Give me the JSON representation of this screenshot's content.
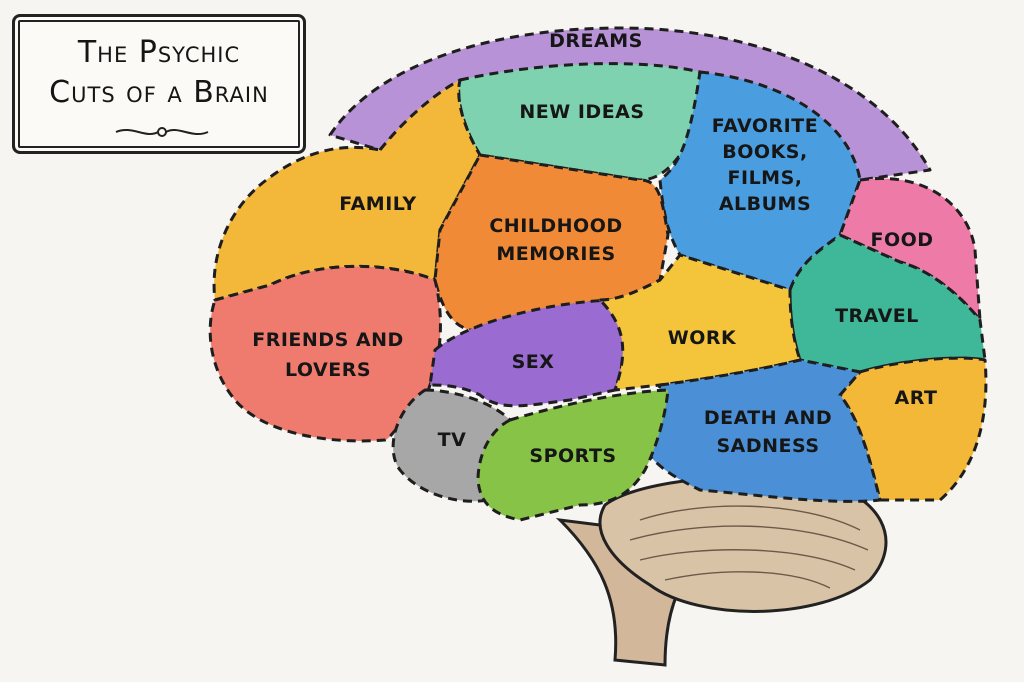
{
  "title": {
    "line1": "The Psychic",
    "line2": "Cuts of a Brain"
  },
  "regions": {
    "dreams": "DREAMS",
    "new_ideas": "NEW IDEAS",
    "favorite_line1": "FAVORITE",
    "favorite_line2": "BOOKS,",
    "favorite_line3": "FILMS,",
    "favorite_line4": "ALBUMS",
    "family": "FAMILY",
    "childhood_line1": "CHILDHOOD",
    "childhood_line2": "MEMORIES",
    "food": "FOOD",
    "travel": "TRAVEL",
    "friends_line1": "FRIENDS AND",
    "friends_line2": "LOVERS",
    "sex": "SEX",
    "work": "WORK",
    "art": "ART",
    "tv": "TV",
    "sports": "SPORTS",
    "death_line1": "DEATH AND",
    "death_line2": "SADNESS"
  },
  "colors": {
    "dreams": "#b892d6",
    "new_ideas": "#7fd2b0",
    "favorite": "#4a9ee0",
    "family": "#f3b83a",
    "childhood": "#f08a36",
    "food": "#ee7aa8",
    "travel": "#3fb89a",
    "friends": "#ef7b6e",
    "sex": "#9a6bd0",
    "work": "#f4c43a",
    "art": "#f4b838",
    "tv": "#a7a7a7",
    "sports": "#86c346",
    "death": "#4b90d6",
    "cerebellum": "#d9c3a6",
    "brainstem": "#d2b79b"
  }
}
